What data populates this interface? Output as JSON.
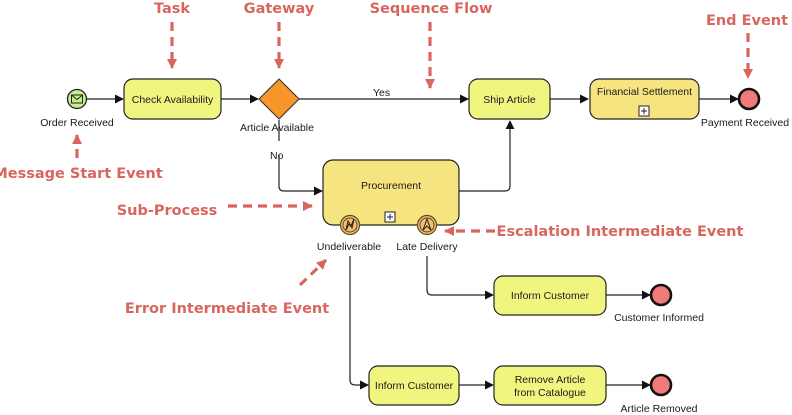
{
  "diagram": {
    "title": "BPMN Order Process",
    "colors": {
      "task_fill": "#f0f580",
      "subprocess_fill": "#f5e480",
      "gateway_fill": "#f7962a",
      "start_fill": "#c3f08a",
      "end_fill": "#f07a7a",
      "boundary_fill": "#f5c06b",
      "stroke": "#222222",
      "annotation": "#d9665e"
    },
    "nodes": [
      {
        "id": "order-received",
        "type": "start-message",
        "label": "Order Received"
      },
      {
        "id": "check-availability",
        "type": "task",
        "label": "Check Availability"
      },
      {
        "id": "article-available",
        "type": "gateway-exclusive",
        "label": "Article Available"
      },
      {
        "id": "ship-article",
        "type": "task",
        "label": "Ship Article"
      },
      {
        "id": "financial-settlement",
        "type": "subprocess-collapsed",
        "label": "Financial Settlement"
      },
      {
        "id": "payment-received",
        "type": "end",
        "label": "Payment Received"
      },
      {
        "id": "procurement",
        "type": "subprocess-collapsed",
        "label": "Procurement"
      },
      {
        "id": "undeliverable",
        "type": "boundary-error",
        "label": "Undeliverable"
      },
      {
        "id": "late-delivery",
        "type": "boundary-escalation",
        "label": "Late Delivery"
      },
      {
        "id": "inform-customer-1",
        "type": "task",
        "label": "Inform Customer"
      },
      {
        "id": "customer-informed",
        "type": "end",
        "label": "Customer Informed"
      },
      {
        "id": "inform-customer-2",
        "type": "task",
        "label": "Inform Customer"
      },
      {
        "id": "remove-article",
        "type": "task",
        "label": "Remove Article\nfrom Catalogue"
      },
      {
        "id": "article-removed",
        "type": "end",
        "label": "Article Removed"
      }
    ],
    "flows": [
      {
        "from": "order-received",
        "to": "check-availability",
        "label": ""
      },
      {
        "from": "check-availability",
        "to": "article-available",
        "label": ""
      },
      {
        "from": "article-available",
        "to": "ship-article",
        "label": "Yes"
      },
      {
        "from": "article-available",
        "to": "procurement",
        "label": "No"
      },
      {
        "from": "procurement",
        "to": "ship-article",
        "label": ""
      },
      {
        "from": "ship-article",
        "to": "financial-settlement",
        "label": ""
      },
      {
        "from": "financial-settlement",
        "to": "payment-received",
        "label": ""
      },
      {
        "from": "late-delivery",
        "to": "inform-customer-1",
        "label": ""
      },
      {
        "from": "inform-customer-1",
        "to": "customer-informed",
        "label": ""
      },
      {
        "from": "undeliverable",
        "to": "inform-customer-2",
        "label": ""
      },
      {
        "from": "inform-customer-2",
        "to": "remove-article",
        "label": ""
      },
      {
        "from": "remove-article",
        "to": "article-removed",
        "label": ""
      }
    ],
    "annotations": [
      {
        "id": "task",
        "label": "Task",
        "target": "check-availability"
      },
      {
        "id": "gateway",
        "label": "Gateway",
        "target": "article-available"
      },
      {
        "id": "sequence-flow",
        "label": "Sequence Flow",
        "target": "yes-flow"
      },
      {
        "id": "end-event",
        "label": "End Event",
        "target": "payment-received"
      },
      {
        "id": "message-start-event",
        "label": "Message Start Event",
        "target": "order-received"
      },
      {
        "id": "sub-process",
        "label": "Sub-Process",
        "target": "procurement"
      },
      {
        "id": "escalation-intermediate-event",
        "label": "Escalation Intermediate Event",
        "target": "late-delivery"
      },
      {
        "id": "error-intermediate-event",
        "label": "Error Intermediate Event",
        "target": "undeliverable"
      }
    ]
  }
}
